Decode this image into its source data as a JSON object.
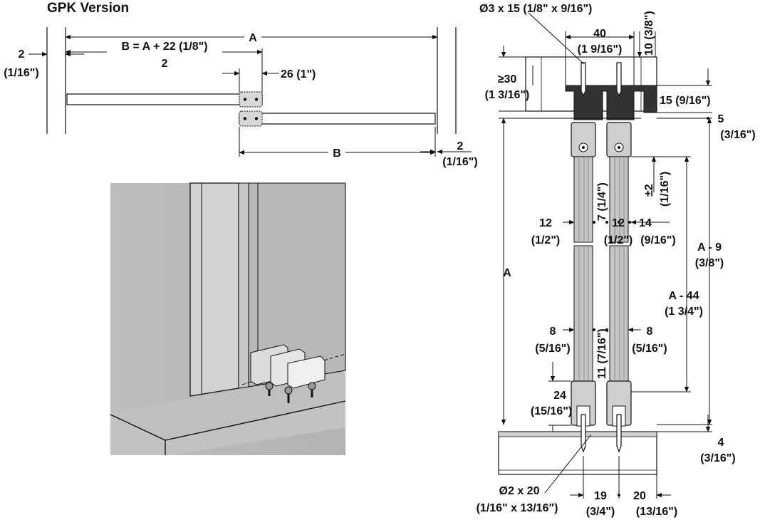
{
  "title": "GPK Version",
  "plan_view": {
    "dim_a": "A",
    "dim_b_formula": "B = A + 22 (1/8\")",
    "dim_b_sub": "2",
    "dim_left_gap": "2",
    "dim_left_gap_in": "(1/16\")",
    "dim_overlap": "26 (1\")",
    "dim_b": "B",
    "dim_right_gap": "2",
    "dim_right_gap_in": "(1/16\")"
  },
  "section_view": {
    "screw_top": "Ø3  x 15 (1/8\" x 9/16\")",
    "width_40": "40",
    "width_40_in": "(1 9/16\")",
    "depth_10": "10 (3/8\")",
    "min_30": "≥30",
    "min_30_in": "(1 3/16\")",
    "dim_15": "15 (9/16\")",
    "dim_5": "5",
    "dim_5_in": "(3/16\")",
    "adjust": "±2",
    "adjust_in": "(1/16\")",
    "dim_7": "7 (1/4\")",
    "dim_12a": "12",
    "dim_12a_in": "(1/2\")",
    "dim_12b": "12",
    "dim_12b_in": "(1/2\")",
    "dim_14": "14",
    "dim_14_in": "(9/16\")",
    "dim_a": "A",
    "dim_a9": "A - 9",
    "dim_a9_in": "(3/8\")",
    "dim_a44": "A - 44",
    "dim_a44_in": "(1 3/4\")",
    "dim_8a": "8",
    "dim_8a_in": "(5/16\")",
    "dim_11": "11 (7/16\")",
    "dim_8b": "8",
    "dim_8b_in": "(5/16\")",
    "dim_24": "24",
    "dim_24_in": "(15/16\")",
    "dim_4": "4",
    "dim_4_in": "(3/16\")",
    "screw_bottom": "Ø2  x 20",
    "screw_bottom_in": "(1/16\" x 13/16\")",
    "dim_19": "19",
    "dim_19_in": "(3/4\")",
    "dim_20": "20",
    "dim_20_in": "(13/16\")"
  }
}
